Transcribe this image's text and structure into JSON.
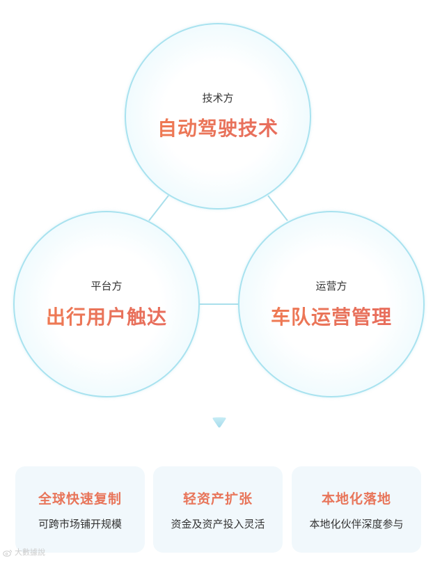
{
  "diagram": {
    "circles": [
      {
        "role": "技术方",
        "title": "自动驾驶技术"
      },
      {
        "role": "平台方",
        "title": "出行用户触达"
      },
      {
        "role": "运营方",
        "title": "车队运营管理"
      }
    ]
  },
  "cards": [
    {
      "title": "全球快速复制",
      "desc": "可跨市场铺开规模"
    },
    {
      "title": "轻资产扩张",
      "desc": "资金及资产投入灵活"
    },
    {
      "title": "本地化落地",
      "desc": "本地化伙伴深度参与"
    }
  ],
  "watermark": {
    "text": "大數據說"
  },
  "colors": {
    "accent": "#ec7a52",
    "circle_border": "#a8e2ef",
    "connector": "#a9dfeb",
    "card_bg": "#f1f8fc",
    "arrow": "#b8e6f2"
  }
}
